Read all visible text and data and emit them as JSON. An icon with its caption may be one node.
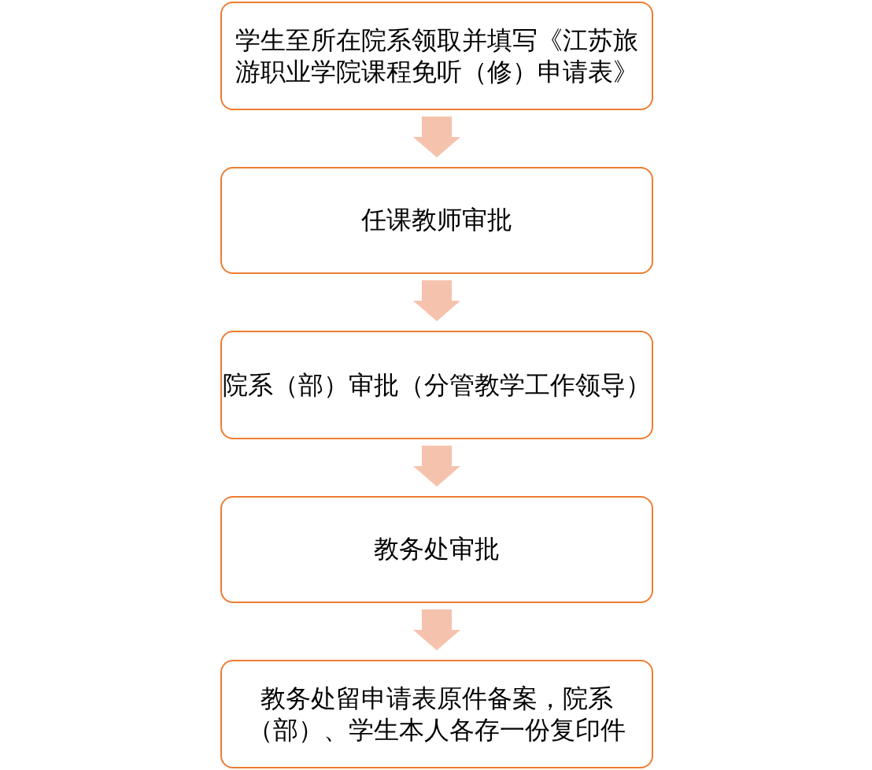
{
  "diagram": {
    "nodes": [
      {
        "text": [
          "学生至所在院系领取并填写《江苏旅游职业学院课程免听（修）申请表》"
        ]
      },
      {
        "text": [
          "任课教师审批"
        ]
      },
      {
        "text": [
          "院系（部）审批（分管教学工作领导）"
        ]
      },
      {
        "text": [
          "教务处审批"
        ]
      },
      {
        "text": [
          "教务处留申请表原件备案，院系（部）、学生本人各存一份复印件"
        ]
      }
    ],
    "edges": [
      {
        "from": 0,
        "to": 1,
        "arrow": "to"
      },
      {
        "from": 1,
        "to": 2,
        "arrow": "to"
      },
      {
        "from": 2,
        "to": 3,
        "arrow": "to"
      },
      {
        "from": 3,
        "to": 4,
        "arrow": "to"
      }
    ]
  }
}
